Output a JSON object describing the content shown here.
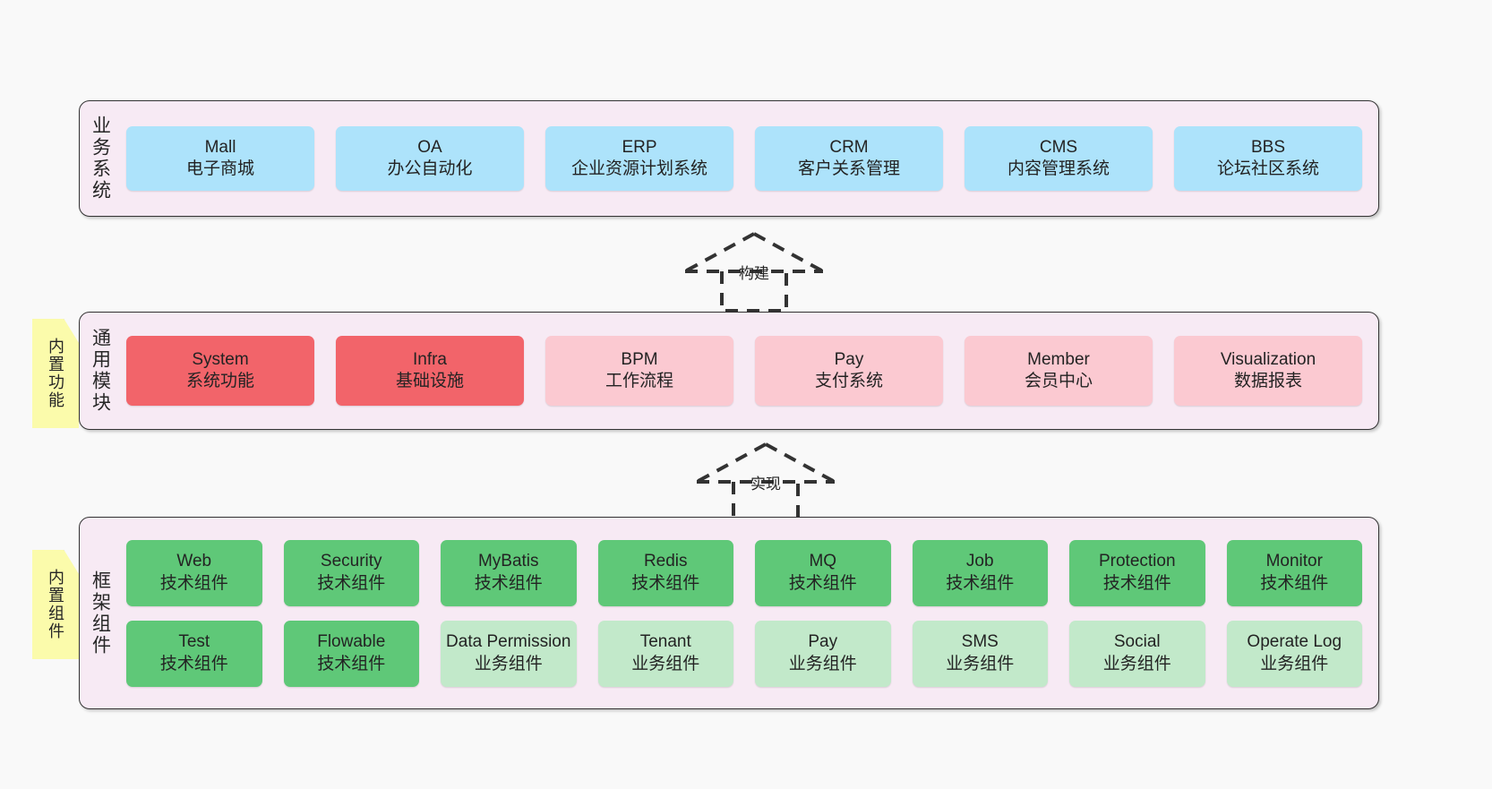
{
  "layers": [
    {
      "id": "business",
      "title": "业务系统",
      "rows": [
        [
          {
            "en": "Mall",
            "cn": "电子商城",
            "color": "blue"
          },
          {
            "en": "OA",
            "cn": "办公自动化",
            "color": "blue"
          },
          {
            "en": "ERP",
            "cn": "企业资源计划系统",
            "color": "blue"
          },
          {
            "en": "CRM",
            "cn": "客户关系管理",
            "color": "blue"
          },
          {
            "en": "CMS",
            "cn": "内容管理系统",
            "color": "blue"
          },
          {
            "en": "BBS",
            "cn": "论坛社区系统",
            "color": "blue"
          }
        ]
      ]
    },
    {
      "id": "common",
      "title": "通用模块",
      "rows": [
        [
          {
            "en": "System",
            "cn": "系统功能",
            "color": "red"
          },
          {
            "en": "Infra",
            "cn": "基础设施",
            "color": "red"
          },
          {
            "en": "BPM",
            "cn": "工作流程",
            "color": "pink"
          },
          {
            "en": "Pay",
            "cn": "支付系统",
            "color": "pink"
          },
          {
            "en": "Member",
            "cn": "会员中心",
            "color": "pink"
          },
          {
            "en": "Visualization",
            "cn": "数据报表",
            "color": "pink"
          }
        ]
      ]
    },
    {
      "id": "frame",
      "title": "框架组件",
      "rows": [
        [
          {
            "en": "Web",
            "cn": "技术组件",
            "color": "green"
          },
          {
            "en": "Security",
            "cn": "技术组件",
            "color": "green"
          },
          {
            "en": "MyBatis",
            "cn": "技术组件",
            "color": "green"
          },
          {
            "en": "Redis",
            "cn": "技术组件",
            "color": "green"
          },
          {
            "en": "MQ",
            "cn": "技术组件",
            "color": "green"
          },
          {
            "en": "Job",
            "cn": "技术组件",
            "color": "green"
          },
          {
            "en": "Protection",
            "cn": "技术组件",
            "color": "green"
          },
          {
            "en": "Monitor",
            "cn": "技术组件",
            "color": "green"
          }
        ],
        [
          {
            "en": "Test",
            "cn": "技术组件",
            "color": "green"
          },
          {
            "en": "Flowable",
            "cn": "技术组件",
            "color": "green"
          },
          {
            "en": "Data Permission",
            "cn": "业务组件",
            "color": "mint"
          },
          {
            "en": "Tenant",
            "cn": "业务组件",
            "color": "mint"
          },
          {
            "en": "Pay",
            "cn": "业务组件",
            "color": "mint"
          },
          {
            "en": "SMS",
            "cn": "业务组件",
            "color": "mint"
          },
          {
            "en": "Social",
            "cn": "业务组件",
            "color": "mint"
          },
          {
            "en": "Operate Log",
            "cn": "业务组件",
            "color": "mint"
          }
        ]
      ]
    }
  ],
  "notes": [
    {
      "id": "note-common",
      "label": "内置功能"
    },
    {
      "id": "note-frame",
      "label": "内置组件"
    }
  ],
  "connectors": [
    {
      "id": "conn-build",
      "label": "构建"
    },
    {
      "id": "conn-impl",
      "label": "实现"
    }
  ],
  "colors": {
    "panel_bg": "#f7eaf4",
    "panel_border": "#333333",
    "blue": "#ade3fb",
    "red": "#f2646a",
    "pink": "#fbc9d1",
    "green": "#5fc878",
    "mint": "#c2e9ca",
    "note_bg": "#fbfbab",
    "note_fold": "#c9c9c9",
    "canvas_bg": "#f9f9f9"
  }
}
